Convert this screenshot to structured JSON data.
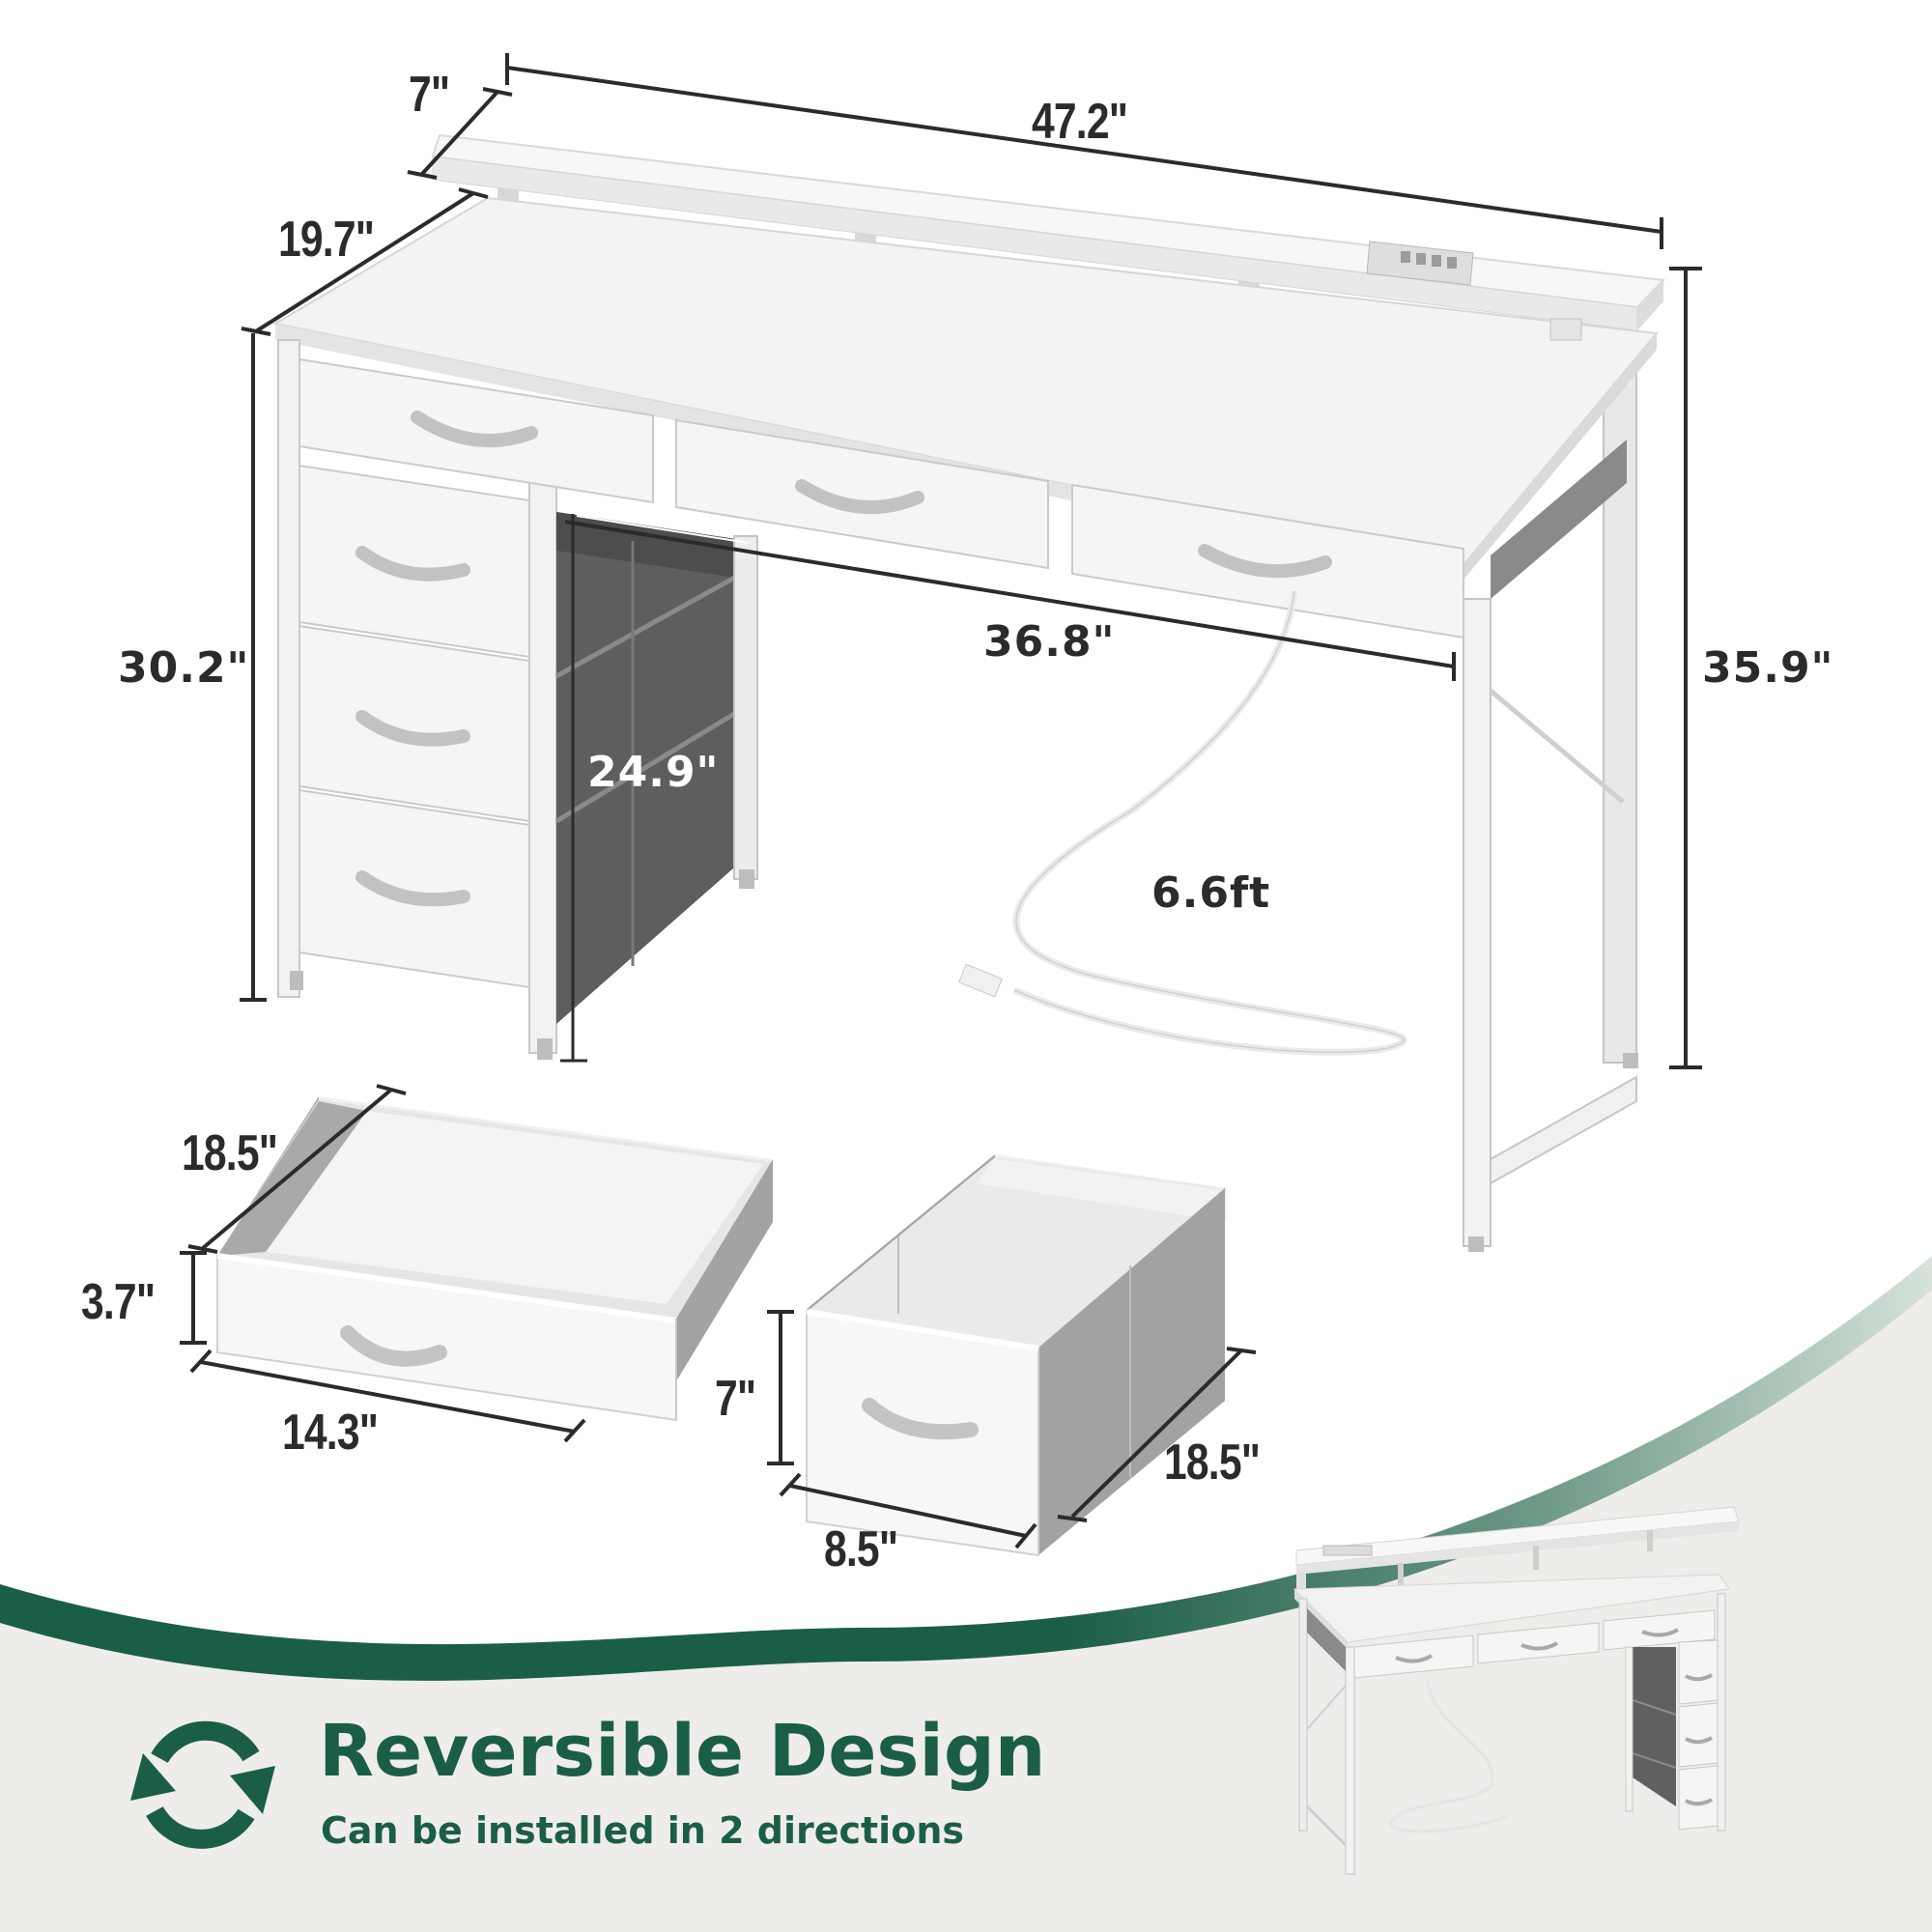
{
  "colors": {
    "brand_green": "#1b5e48",
    "bottom_background": "#efedea",
    "label_text": "#2b2b2b",
    "desk_white": "#f4f4f4",
    "frame_gray": "#cfcfcf",
    "shelf_cube_dark": "#5e5e5e"
  },
  "desk_dimensions": {
    "shelf_depth": "7\"",
    "overall_width": "47.2\"",
    "desk_depth": "19.7\"",
    "desk_height": "30.2\"",
    "knee_width": "36.8\"",
    "total_height": "35.9\"",
    "leg_clearance": "24.9\"",
    "cord_length": "6.6ft"
  },
  "small_drawer": {
    "depth": "18.5\"",
    "height": "3.7\"",
    "width": "14.3\""
  },
  "large_drawer": {
    "height": "7\"",
    "depth": "18.5\"",
    "width": "8.5\""
  },
  "banner": {
    "icon": "reverse-arrows-icon",
    "title": "Reversible Design",
    "subtitle": "Can be installed in 2 directions"
  },
  "thumbnail": {
    "description": "reversed-desk-orientation"
  }
}
